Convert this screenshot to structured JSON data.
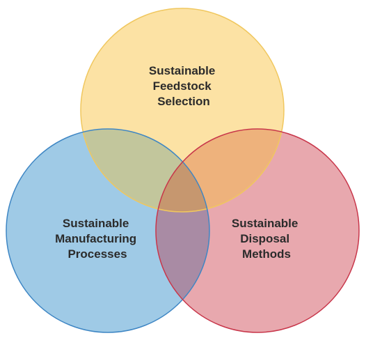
{
  "diagram": {
    "type": "venn",
    "sets": [
      {
        "id": "feedstock",
        "label_lines": [
          "Sustainable",
          "Feedstock",
          "Selection"
        ],
        "fill": "#FCE2A4",
        "stroke": "#F0C75E"
      },
      {
        "id": "manufacturing",
        "label_lines": [
          "Sustainable",
          "Manufacturing",
          "Processes"
        ],
        "fill": "#9FCAE6",
        "stroke": "#3E86C4"
      },
      {
        "id": "disposal",
        "label_lines": [
          "Sustainable",
          "Disposal",
          "Methods"
        ],
        "fill": "#E8A8AE",
        "stroke": "#C8364A"
      }
    ],
    "overlaps": {
      "feedstock_manufacturing": "#C2C69C",
      "feedstock_disposal": "#EEB27C",
      "manufacturing_disposal": "#A98BA4",
      "all_three": "#C6976F"
    }
  }
}
